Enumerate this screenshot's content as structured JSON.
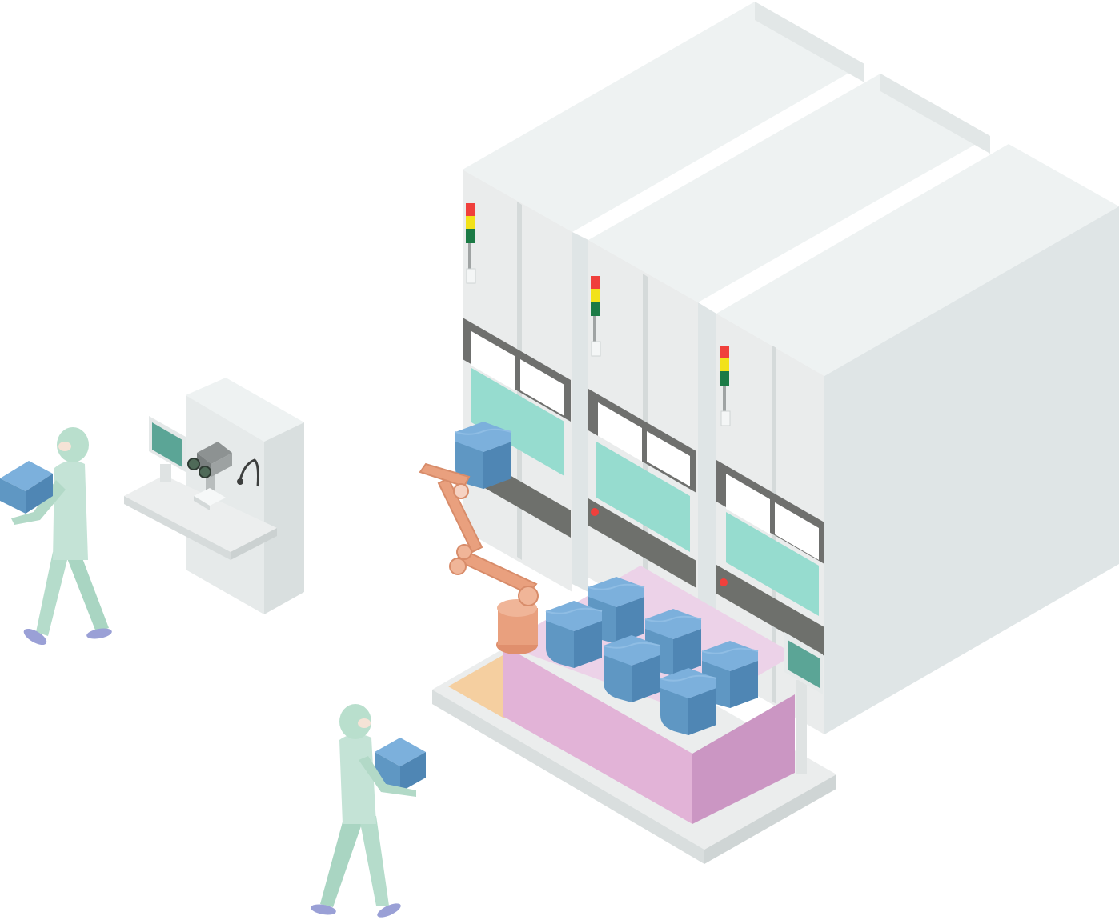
{
  "scene": {
    "title": "",
    "colors": {
      "cabinet_front": "#eaecec",
      "cabinet_top": "#eef2f2",
      "cabinet_side": "#dfe5e6",
      "window_frame": "#6f706e",
      "window_glass": "#ffffff",
      "panel_teal": "#96dccf",
      "rail_dark": "#6e706c",
      "stack_red": "#f0403c",
      "stack_yellow": "#f2e21a",
      "stack_green": "#1b7a45",
      "pod_light": "#78a9d8",
      "pod_dark": "#5d96c2",
      "platform_pink_front": "#e2b3d7",
      "platform_pink_side": "#cb96c3",
      "platform_pink_top": "#ecd2e8",
      "base_top": "#ebeded",
      "base_side": "#d9dede",
      "robot_orange": "#e9a07e",
      "worker_suit": "#c4e3d6",
      "worker_mask": "#f5e3d6",
      "worker_shoe": "#9aa0d6",
      "monitor_screen": "#5ba596"
    },
    "elements": [
      "equipment-cabinet-1",
      "equipment-cabinet-2",
      "equipment-cabinet-3",
      "signal-tower-icon",
      "robot-arm",
      "wafer-pod-icon",
      "loading-platform",
      "inspection-station",
      "microscope-icon",
      "worker-carrying-box"
    ]
  }
}
